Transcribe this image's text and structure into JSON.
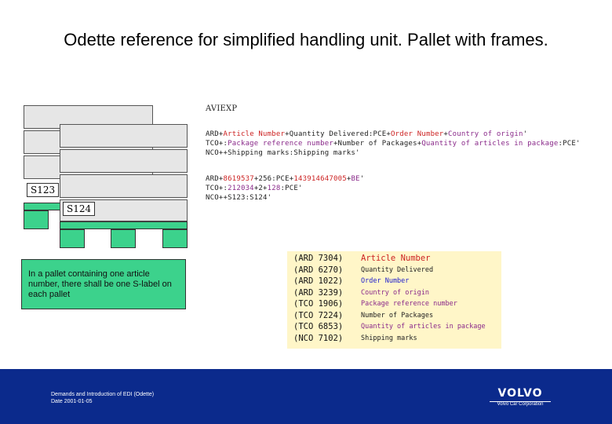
{
  "title": "Odette reference for simplified handling unit. Pallet with frames.",
  "pallet": {
    "label_back": "S123",
    "label_front": "S124"
  },
  "note": "In a pallet containing one article number, there shall be one S-label on each pallet",
  "code": {
    "header": "AVIEXP",
    "generic": {
      "l1_a": "ARD+",
      "l1_b": "Article Number",
      "l1_c": "+Quantity Delivered:PCE+",
      "l1_d": "Order Number",
      "l1_e": "+",
      "l1_f": "Country of origin",
      "l1_g": "'",
      "l2_a": "TCO+:",
      "l2_b": "Package reference number",
      "l2_c": "+Number of Packages+",
      "l2_d": "Quantity of articles in package",
      "l2_e": ":PCE'",
      "l3": "NCO++Shipping marks:Shipping marks'"
    },
    "example": {
      "l1_a": "ARD+",
      "l1_b": "8619537",
      "l1_c": "+256:PCE+",
      "l1_d": "143914647005",
      "l1_e": "+",
      "l1_f": "BE",
      "l1_g": "'",
      "l2_a": "TCO+:",
      "l2_b": "212034",
      "l2_c": "+2+",
      "l2_d": "128",
      "l2_e": ":PCE'",
      "l3": "NCO++S123:S124'"
    }
  },
  "legend": [
    {
      "code": "(ARD 7304)",
      "desc": "Article Number",
      "color": "#cc2222"
    },
    {
      "code": "(ARD 6270)",
      "desc": "Quantity Delivered",
      "color": "#222222"
    },
    {
      "code": "(ARD 1022)",
      "desc": "Order Number",
      "color": "#2222cc"
    },
    {
      "code": "(ARD 3239)",
      "desc": "Country of origin",
      "color": "#8a2a8a"
    },
    {
      "code": "(TCO 1906)",
      "desc": "Package reference number",
      "color": "#8a2a8a"
    },
    {
      "code": "(TCO 7224)",
      "desc": "Number of Packages",
      "color": "#222222"
    },
    {
      "code": "(TCO 6853)",
      "desc": "Quantity of articles in package",
      "color": "#8a2a8a"
    },
    {
      "code": "(NCO 7102)",
      "desc": "Shipping marks",
      "color": "#222222"
    }
  ],
  "footer": {
    "line1": "Demands and Introduction of EDI (Odette)",
    "line2": "Date 2001-01-05",
    "logo": "VOLVO",
    "logo_sub": "Volvo Car Corporation"
  }
}
